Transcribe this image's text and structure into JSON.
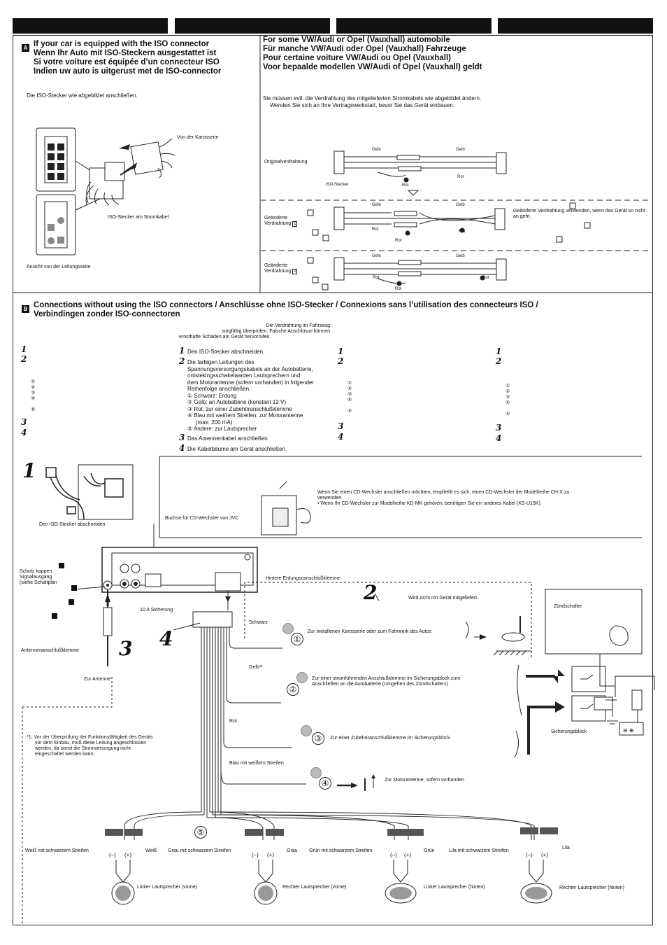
{
  "sectionA": {
    "badge": "A",
    "heading": [
      "If your car is equipped with the ISO connector",
      "Wenn Ihr Auto mit ISO-Steckern ausgestattet ist",
      "Si votre voiture est équipée d’un connecteur ISO",
      "Indien uw auto is uitgerust met de ISO-connector"
    ],
    "instruction": "Die ISO-Stecker wie abgebildet anschließen.",
    "label_body": "Von der Karosserie",
    "label_power": "ISO-Stecker am Stromkabel",
    "label_view": "Ansicht von der Leitungsseite"
  },
  "sectionVW": {
    "heading": [
      "For some VW/Audi or Opel (Vauxhall) automobile",
      "Für manche VW/Audi oder Opel (Vauxhall) Fahrzeuge",
      "Pour certaine voiture VW/Audi ou Opel (Vauxhall)",
      "Voor bepaalde modellen VW/Audi of Opel (Vauxhall) geldt"
    ],
    "instruction": [
      "Sie müssen evtl. die Verdrahtung des mitgelieferten Stromkabels wie abgebildet ändern.",
      "Wenden Sie sich an Ihre Vertragswerkstatt, bevor Sie das Gerät einbauen."
    ],
    "original": "Originalverdrahtung",
    "iso": "ISO-Stecker",
    "gelb": "Gelb",
    "rot": "Rot",
    "changed": "Geänderte Verdrahtung",
    "num1": "1",
    "num2": "2",
    "note": "Geänderte Verdrahtung",
    "note_rest": "verwenden, wenn das Gerät so nicht an geht."
  },
  "sectionB": {
    "badge": "B",
    "heading": [
      "Connections without using the ISO connectors / Anschlüsse ohne ISO-Stecker / Connexions sans l’utilisation des connecteurs ISO /",
      "Verbindingen zonder ISO-connectoren"
    ],
    "warning": [
      "Die Verdrahtung im Fahrzeug",
      "sorgfältig überprüfen. Falsche Anschlüsse können",
      "ernsthafte Schäden am Gerät hervorrufen."
    ],
    "step1": "Den ISO-Stecker abschneiden.",
    "step2": [
      "Die farbigen Leitungen des",
      "Spannungsversorgungskabels an der Autobatterie,",
      "ontstekingsschakelaarden Lautsprechern und",
      "dem Motorantenne (sofern vorhanden) in folgender",
      "Reihenfolge anschließen."
    ],
    "list": [
      "① Schwarz: Erdung",
      "② Gelb: an Autobatterie (konstant 12 V)",
      "③ Rot: zur einer Zubehöranschlußklemme",
      "④ Blau mit weißem Streifen: zur Motorantenne",
      "(max. 200 mA)",
      "⑤ Andere: zur Lautsprecher"
    ],
    "step3": "Das Antennenkabel anschließen.",
    "step4": "Die Kabelbäume am Gerät anschließen.",
    "nums": [
      "1",
      "2",
      "3",
      "4"
    ],
    "circles": [
      "①",
      "②",
      "③",
      "④",
      "⑤"
    ]
  },
  "diagram": {
    "big1": "1",
    "big2": "2",
    "big3": "3",
    "big4": "4",
    "cut": "Den ISO-Stecker abschneiden",
    "cdjack": "Buchse für CD-Wechsler von JVC",
    "cdnote": [
      "Wenn Sie einen CD-Wechsler anschließen möchten, empfiehlt es sich, einen CD-Wechsler der Modellreihe CH-X zu",
      "verwenden.",
      "• Wenn Ihr CD-Wechsler zur Modellreihe KD-MK gehören, benötigen Sie ein anderes Kabel (KS-U15K)."
    ],
    "ground": "Hintere Erdungscanschlußklemme",
    "schutz": [
      "Schutz kappen",
      "Signalausgang",
      "(siehe Schaltplan"
    ],
    "fuse": "10 A Sicherung",
    "antenna_term": "Antennenanschlußklemme",
    "antenna": "Zur Antenne",
    "not_supplied": "Wird nicht mit Gerät mitgeliefert.",
    "ignition": "Zündschalter",
    "fusebox": "Sicherungsblock",
    "schwarz": "Schwarz",
    "schwarz_to": "Zur metallenen Karosserie oder zum Fahrwerk des Autos",
    "gelb": "Gelb*¹",
    "gelb_to": [
      "Zur einer stromführenden Anschlußklemme im Sicherungsblock zum",
      "Anschließen an die Autobatterie (Umgehen des Zündschalters)"
    ],
    "rot": "Rot",
    "rot_to": "Zur einer Zubehöranschlußklemme im Sicherungsblock",
    "blau": "Blau mit weißem Streifen",
    "blau_to": "Zur Motorantenne, sofern vorhanden",
    "footnote": [
      "*1: Vor der Überprüfung der Funktionsfähigkeit des Geräts",
      "vor dem Einbau, muß diese Leitung angeschlossen",
      "werden, da sonst die Stromversorgung nicht",
      "eingeschaltet werden kann."
    ],
    "minus": "(–)",
    "plus": "(+)",
    "speakers": [
      {
        "neg": "Weiß mit schwarzem Streifen",
        "pos": "Weiß",
        "name": "Linker Lautsprecher (vorne)"
      },
      {
        "neg": "Grau mit schwarzem Streifen",
        "pos": "Grau",
        "name": "Rechter Lautsprecher (vorne)"
      },
      {
        "neg": "Grün mit schwarzem Streifen",
        "pos": "Grün",
        "name": "Linker Lautsprecher (hinten)"
      },
      {
        "neg": "Lila mit schwarzem Streifen",
        "pos": "Lila",
        "name": "Rechter Lautsprecher (hinten)"
      }
    ]
  }
}
